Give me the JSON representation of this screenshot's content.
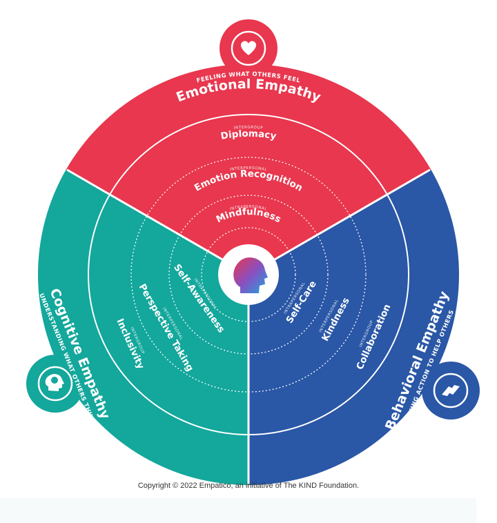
{
  "colors": {
    "emotional": "#e8374e",
    "cognitive": "#14a79c",
    "behavioral": "#2a57a6",
    "ring_line": "#ffffff"
  },
  "sectors": {
    "emotional": {
      "title": "Emotional Empathy",
      "tagline": "FEELING WHAT OTHERS FEEL",
      "icon": "heart-icon",
      "rings": [
        {
          "tag": "INTERGROUP",
          "label": "Diplomacy"
        },
        {
          "tag": "INTERPERSONAL",
          "label": "Emotion Recognition"
        },
        {
          "tag": "INTRAPERSONAL",
          "label": "Mindfulness"
        }
      ]
    },
    "cognitive": {
      "title": "Cognitive Empathy",
      "tagline": "UNDERSTANDING WHAT OTHERS THINK",
      "icon": "brain-head-icon",
      "rings": [
        {
          "tag": "INTERGROUP",
          "label": "Inclusivity"
        },
        {
          "tag": "INTERPERSONAL",
          "label": "Perspective Taking"
        },
        {
          "tag": "INTRAPERSONAL",
          "label": "Self-Awareness"
        }
      ]
    },
    "behavioral": {
      "title": "Behavioral Empathy",
      "tagline": "TAKING ACTION TO HELP OTHERS",
      "icon": "helping-hands-icon",
      "rings": [
        {
          "tag": "INTERGROUP",
          "label": "Collaboration"
        },
        {
          "tag": "INTERPERSONAL",
          "label": "Kindness"
        },
        {
          "tag": "INTRAPERSONAL",
          "label": "Self-Care"
        }
      ]
    }
  },
  "center_icon": "child-head-icon",
  "copyright": "Copyright © 2022 Empatico, an initiative of The KIND Foundation."
}
